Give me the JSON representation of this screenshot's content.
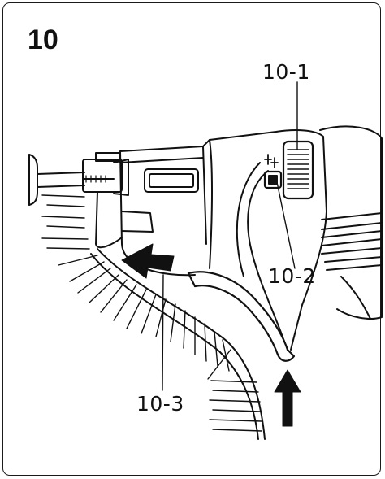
{
  "figure": {
    "step_number": "10",
    "callouts": {
      "adjuster": "10-1",
      "lock": "10-2",
      "feed_guide": "10-3"
    }
  }
}
